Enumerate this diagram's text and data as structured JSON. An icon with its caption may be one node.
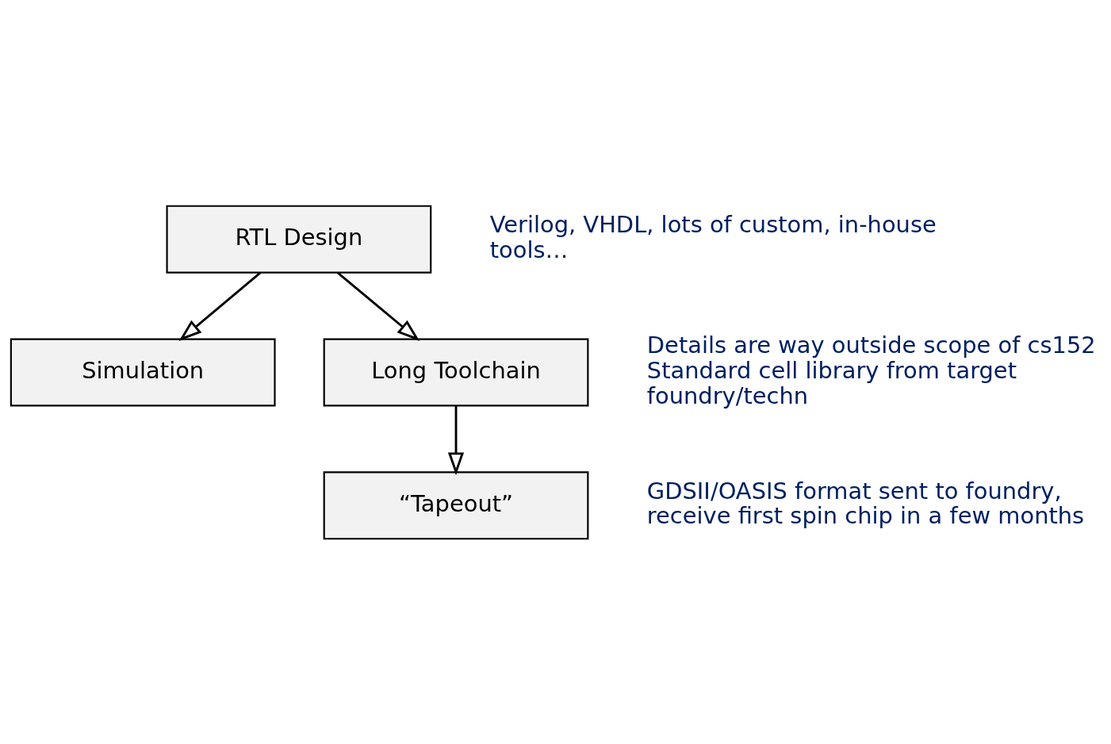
{
  "diagram": {
    "nodes": [
      {
        "text": [
          "RTL Design"
        ],
        "beside": [
          "Verilog, VHDL, lots of custom, in-house tools…"
        ]
      },
      {
        "text": [
          "Simulation"
        ]
      },
      {
        "text": [
          "Long Toolchain"
        ],
        "beside": [
          "Details are way outside scope of cs152",
          "Standard cell library from target foundry/techn"
        ]
      },
      {
        "text": [
          "“Tapeout”"
        ],
        "beside": [
          "GDSII/OASIS format sent to foundry, receive first spin chip in a few months"
        ]
      }
    ],
    "edges": [
      {
        "from": 0,
        "to": 2,
        "arrow": "to"
      },
      {
        "from": 0,
        "to": 1,
        "arrow": "to"
      },
      {
        "from": 2,
        "to": 3,
        "arrow": "to"
      }
    ]
  }
}
